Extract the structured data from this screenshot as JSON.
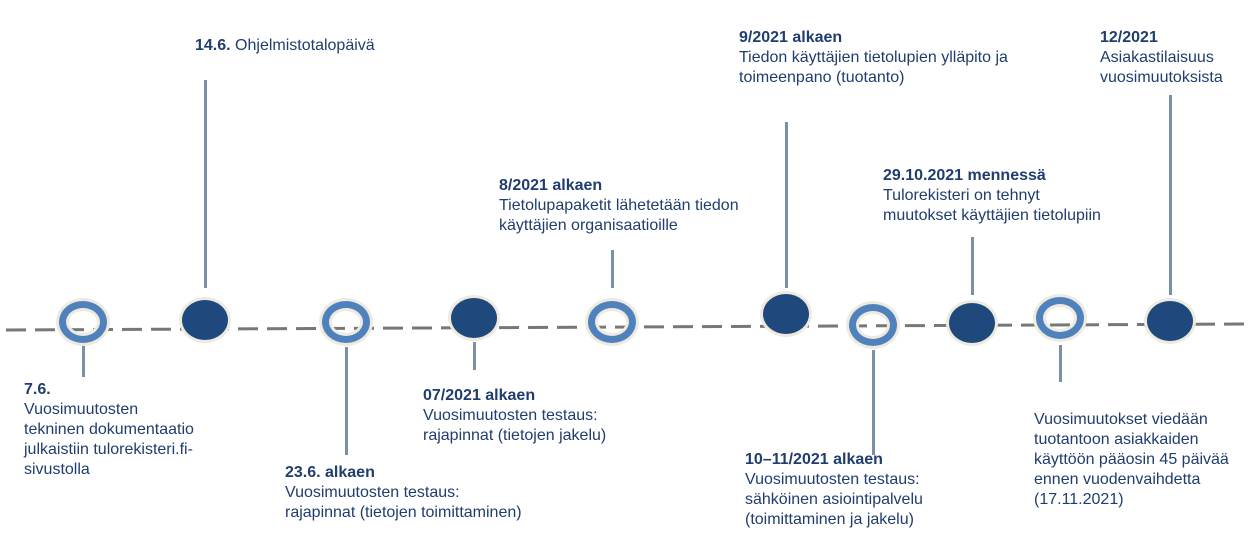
{
  "events": [
    {
      "title": "7.6.",
      "lines": [
        "Vuosimuutosten",
        "tekninen dokumentaatio",
        "julkaistiin tulorekisteri.fi-",
        "sivustolla"
      ]
    },
    {
      "title": "14.6.",
      "lines": [
        " Ohjelmistotalopäivä"
      ]
    },
    {
      "title": "23.6. alkaen",
      "lines": [
        "Vuosimuutosten testaus:",
        "rajapinnat (tietojen toimittaminen)"
      ]
    },
    {
      "title": "07/2021 alkaen",
      "lines": [
        "Vuosimuutosten testaus:",
        "rajapinnat (tietojen jakelu)"
      ]
    },
    {
      "title": "8/2021 alkaen",
      "lines": [
        "Tietolupapaketit lähetetään tiedon",
        "käyttäjien organisaatioille"
      ]
    },
    {
      "title": "9/2021 alkaen",
      "lines": [
        "Tiedon käyttäjien tietolupien ylläpito ja",
        "toimeenpano (tuotanto)"
      ]
    },
    {
      "title": "10–11/2021 alkaen",
      "lines": [
        "Vuosimuutosten testaus:",
        "sähköinen asiointipalvelu",
        "(toimittaminen ja jakelu)"
      ]
    },
    {
      "title": "29.10.2021 mennessä",
      "lines": [
        "Tulorekisteri on tehnyt",
        "muutokset käyttäjien tietolupiin"
      ]
    },
    {
      "title": "12/2021",
      "lines": [
        "Asiakastilaisuus",
        "vuosimuutoksista"
      ]
    },
    {
      "title": "",
      "lines": [
        "Vuosimuutokset viedään",
        "tuotantoon asiakkaiden",
        "käyttöön pääosin 45 päivää",
        "ennen vuodenvaihdetta",
        "(17.11.2021)"
      ]
    }
  ],
  "colors": {
    "text": "#1f3d6e",
    "ring": "#4f81bd",
    "dot": "#1f497d",
    "line": "#777777",
    "stem": "#7a8fa8"
  }
}
